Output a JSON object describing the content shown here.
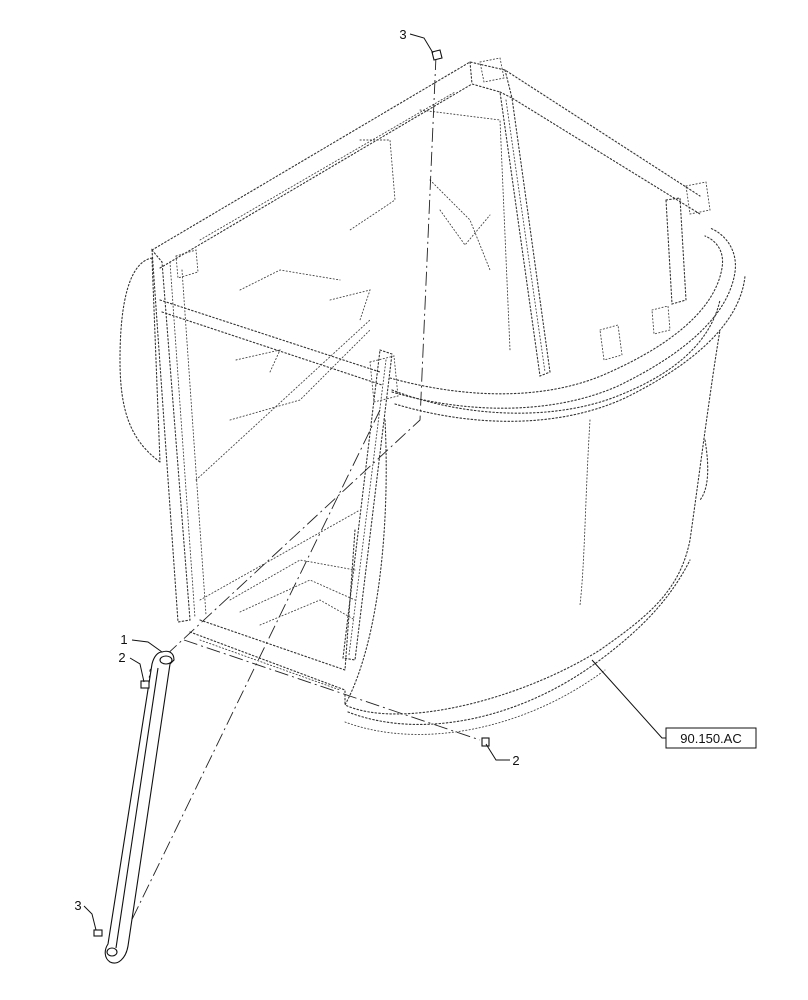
{
  "callouts": [
    {
      "id": "callout-1",
      "text": "1"
    },
    {
      "id": "callout-2a",
      "text": "2"
    },
    {
      "id": "callout-2b",
      "text": "2"
    },
    {
      "id": "callout-3a",
      "text": "3"
    },
    {
      "id": "callout-3b",
      "text": "3"
    }
  ],
  "reference": {
    "text": "90.150.AC"
  }
}
